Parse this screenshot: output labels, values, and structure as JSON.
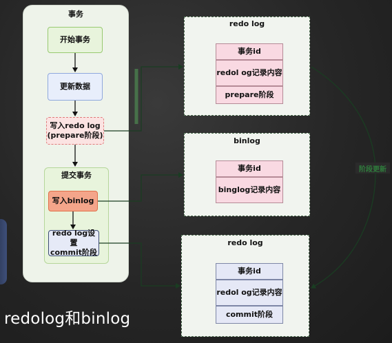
{
  "transaction": {
    "title": "事务",
    "start": "开始事务",
    "update": "更新数据",
    "write_redo": "写入redo log\n(prepare阶段)",
    "commit_group_title": "提交事务",
    "write_binlog": "写入binlog",
    "set_commit": "redo log设置\ncommit阶段"
  },
  "redo_log_prepare": {
    "title": "redo log",
    "fields": [
      "事务id",
      "redol og记录内容",
      "prepare阶段"
    ]
  },
  "binlog": {
    "title": "binlog",
    "fields": [
      "事务id",
      "binglog记录内容"
    ]
  },
  "redo_log_commit": {
    "title": "redo log",
    "fields": [
      "事务id",
      "redol og记录内容",
      "commit阶段"
    ]
  },
  "side_label": "阶段更新",
  "caption": "redolog和binlog",
  "colors": {
    "green_node": "#e8f4dc",
    "blue_node": "#e8eefb",
    "pink_node": "#fbe3e2",
    "orange_node": "#f4a58a",
    "wire": "#1a3d22"
  }
}
